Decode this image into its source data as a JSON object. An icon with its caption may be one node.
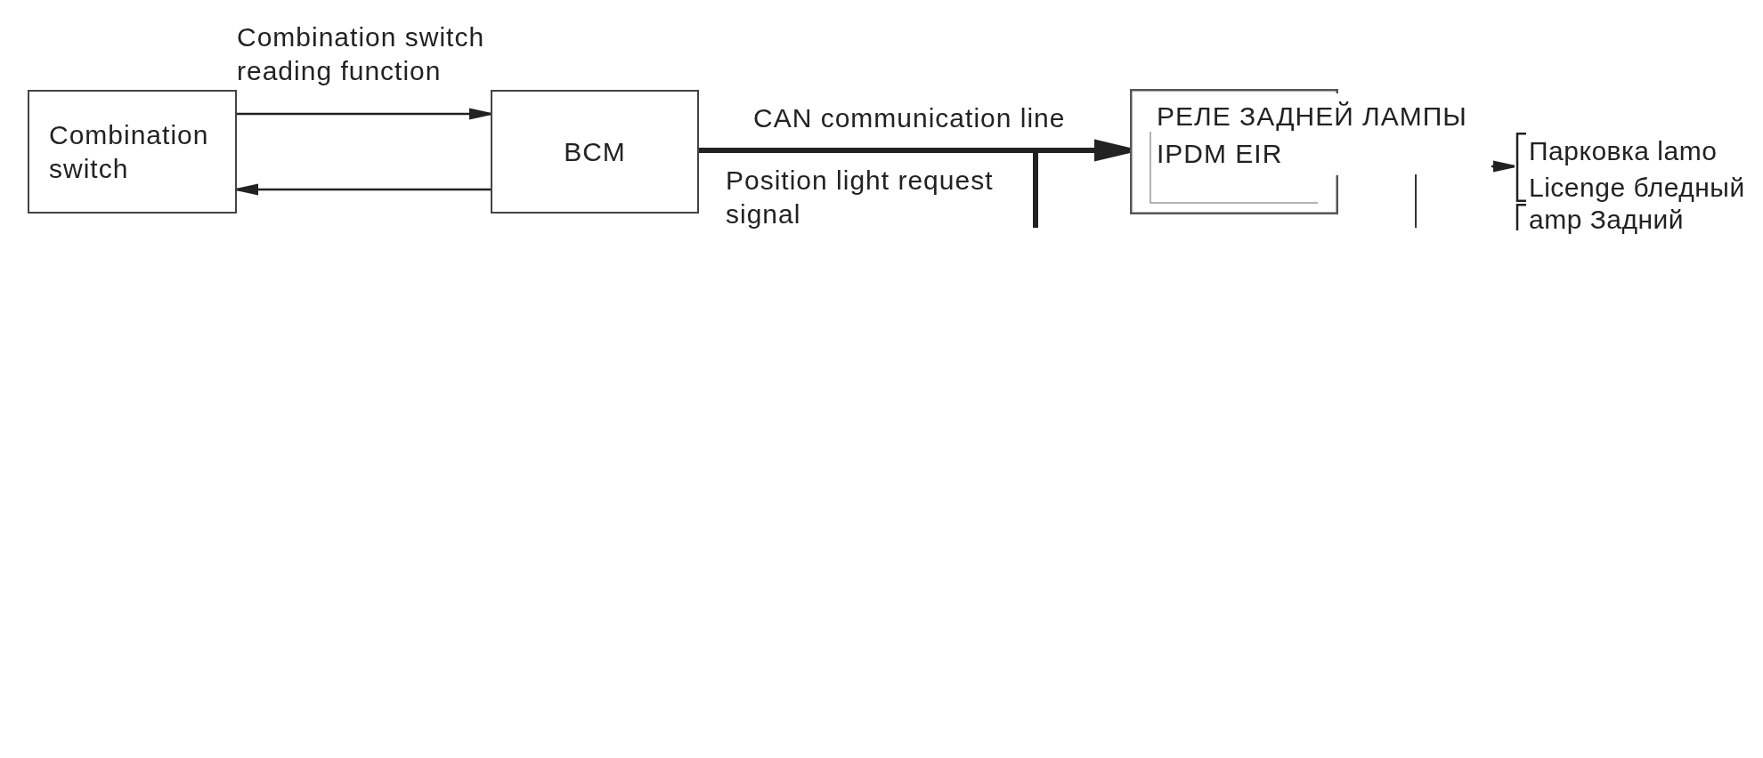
{
  "diagram": {
    "nodes": [
      {
        "text": [
          "Combination switch"
        ]
      },
      {
        "text": [
          "BCM"
        ]
      },
      {
        "text": [
          "РЕЛЕ ЗАДНЕЙ ЛАМПЫ",
          "IPDM EIR"
        ]
      },
      {
        "text": [
          "Парковка lamo",
          "Licenge бледный"
        ]
      }
    ],
    "edges": [
      {
        "from": 0,
        "to": 1,
        "arrow": "to",
        "label": "Combination switch reading function"
      },
      {
        "from": 1,
        "to": 0,
        "arrow": "to"
      },
      {
        "from": 1,
        "to": 2,
        "arrow": "to",
        "label": "CAN communication line",
        "style": "thick"
      },
      {
        "from": 1,
        "to": null,
        "arrow": "none",
        "style": "thick"
      },
      {
        "from": null,
        "to": 3,
        "arrow": "to"
      }
    ],
    "labels": [
      "Position light request signal",
      "amp Задний"
    ]
  }
}
